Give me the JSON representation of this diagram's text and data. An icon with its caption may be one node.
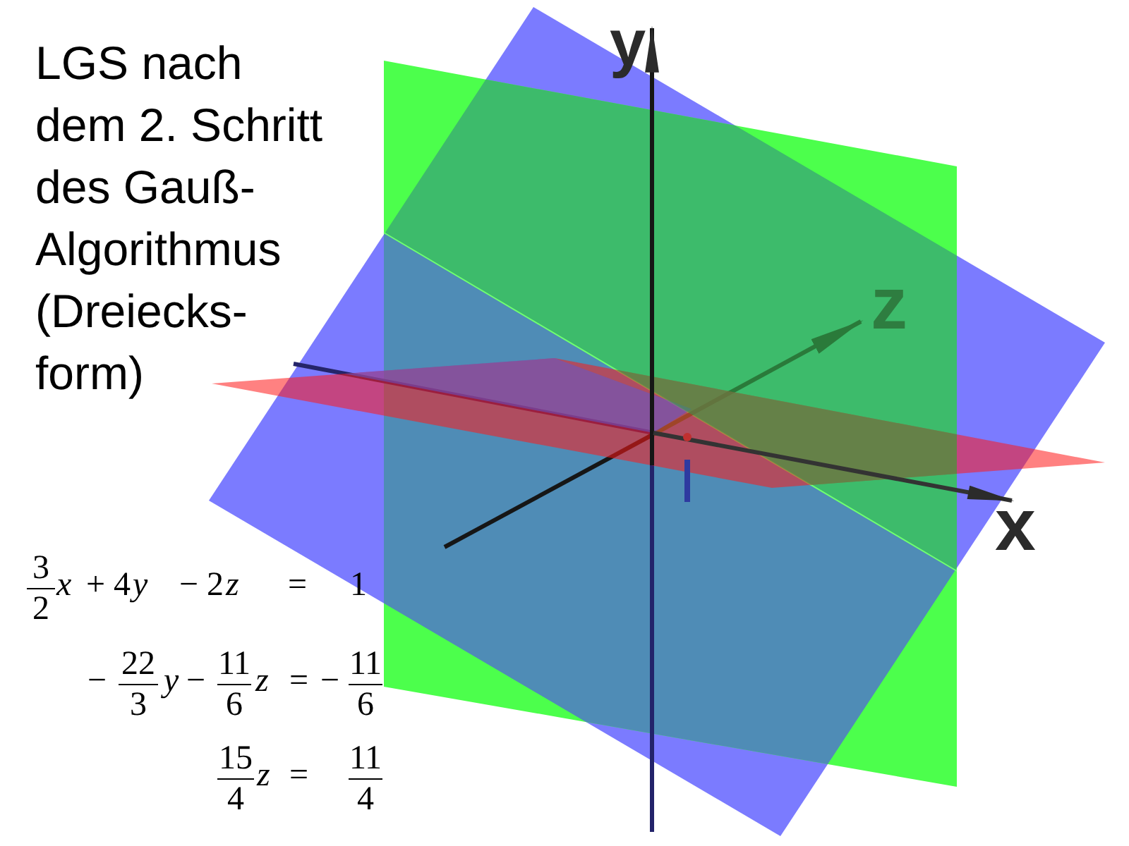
{
  "diagram": {
    "title": "LGS nach dem 2. Schritt des Gauß- Algorithmus (Dreiecks- form)",
    "labels": [
      "y",
      "z",
      "x",
      "3",
      "2",
      "x",
      "+ 4",
      "y",
      "− 2",
      "z",
      "=",
      "1",
      "−",
      "22",
      "3",
      "y",
      "−",
      "11",
      "6",
      "z",
      "=",
      "−",
      "11",
      "6",
      "15",
      "4",
      "z",
      "=",
      "11",
      "4"
    ]
  }
}
